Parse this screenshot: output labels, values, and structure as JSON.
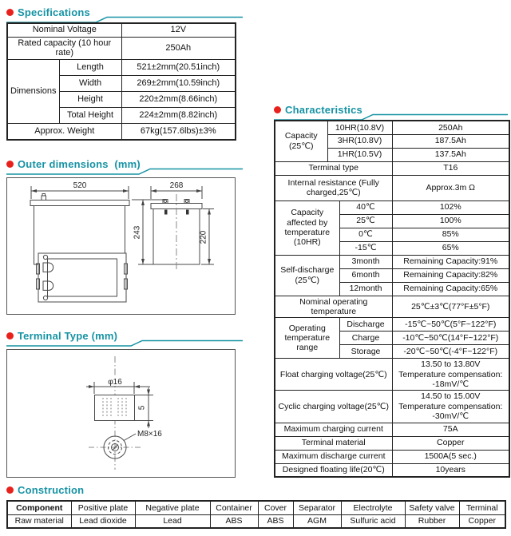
{
  "colors": {
    "teal": "#1693a4",
    "red": "#e8211d"
  },
  "spec": {
    "title": "Specifications",
    "nominal_voltage": {
      "label": "Nominal Voltage",
      "value": "12V"
    },
    "rated_capacity": {
      "label": "Rated capacity (10 hour rate)",
      "value": "250Ah"
    },
    "dim_group": "Dimensions",
    "dims": [
      {
        "label": "Length",
        "value": "521±2mm(20.51inch)"
      },
      {
        "label": "Width",
        "value": "269±2mm(10.59inch)"
      },
      {
        "label": "Height",
        "value": "220±2mm(8.66inch)"
      },
      {
        "label": "Total Height",
        "value": "224±2mm(8.82inch)"
      }
    ],
    "weight": {
      "label": "Approx. Weight",
      "value": "67kg(157.6lbs)±3%"
    }
  },
  "outer": {
    "title": "Outer dimensions  (mm)",
    "dim_width": "520",
    "dim_depth": "268",
    "dim_total_height": "243",
    "dim_height": "220"
  },
  "terminal": {
    "title": "Terminal Type (mm)",
    "dim_diameter": "φ16",
    "dim_height": "5",
    "thread_label": "M8×16"
  },
  "char": {
    "title": "Characteristics",
    "capacity": {
      "label": "Capacity (25℃)",
      "rows": [
        [
          "10HR(10.8V)",
          "250Ah"
        ],
        [
          "3HR(10.8V)",
          "187.5Ah"
        ],
        [
          "1HR(10.5V)",
          "137.5Ah"
        ]
      ]
    },
    "terminal_type": {
      "label": "Terminal type",
      "value": "T16"
    },
    "internal_resistance": {
      "label": "Internal resistance (Fully charged,25℃)",
      "value": "Approx.3m Ω"
    },
    "capacity_temp": {
      "label": "Capacity affected by temperature (10HR)",
      "rows": [
        [
          "40℃",
          "102%"
        ],
        [
          "25℃",
          "100%"
        ],
        [
          "0℃",
          "85%"
        ],
        [
          "-15℃",
          "65%"
        ]
      ]
    },
    "self_discharge": {
      "label": "Self-discharge (25℃)",
      "rows": [
        [
          "3month",
          "Remaining Capacity:91%"
        ],
        [
          "6month",
          "Remaining Capacity:82%"
        ],
        [
          "12month",
          "Remaining Capacity:65%"
        ]
      ]
    },
    "nominal_temp": {
      "label": "Nominal operating temperature",
      "value": "25℃±3℃(77°F±5°F)"
    },
    "op_temp": {
      "label": "Operating temperature range",
      "rows": [
        [
          "Discharge",
          "-15℃~50℃(5°F~122°F)"
        ],
        [
          "Charge",
          "-10℃~50℃(14°F~122°F)"
        ],
        [
          "Storage",
          "-20℃~50℃(-4°F~122°F)"
        ]
      ]
    },
    "float_charging": {
      "label": "Float charging voltage(25℃)",
      "lines": [
        "13.50 to 13.80V",
        "Temperature compensation:",
        "-18mV/℃"
      ]
    },
    "cyclic_charging": {
      "label": "Cyclic charging voltage(25℃)",
      "lines": [
        "14.50 to 15.00V",
        "Temperature compensation:",
        "-30mV/℃"
      ]
    },
    "extra": [
      [
        "Maximum charging current",
        "75A"
      ],
      [
        "Terminal material",
        "Copper"
      ],
      [
        "Maximum discharge current",
        "1500A(5 sec.)"
      ],
      [
        "Designed floating life(20℃)",
        "10years"
      ]
    ]
  },
  "construction": {
    "title": "Construction",
    "headers": [
      "Component",
      "Positive plate",
      "Negative plate",
      "Container",
      "Cover",
      "Separator",
      "Electrolyte",
      "Safety valve",
      "Terminal"
    ],
    "materials": [
      "Raw material",
      "Lead dioxide",
      "Lead",
      "ABS",
      "ABS",
      "AGM",
      "Sulfuric acid",
      "Rubber",
      "Copper"
    ]
  }
}
